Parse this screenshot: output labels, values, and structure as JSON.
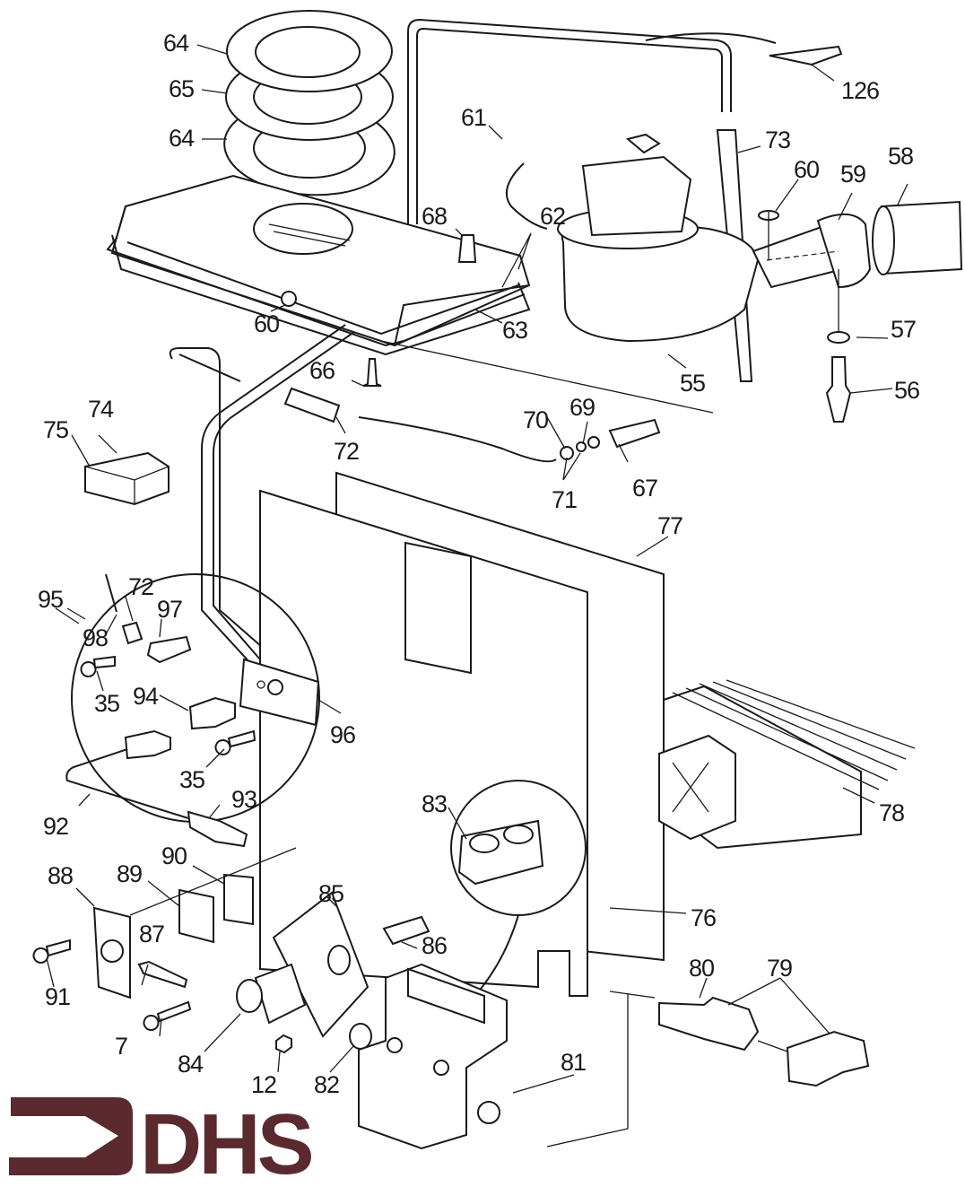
{
  "diagram": {
    "title": "Boiler exploded parts diagram",
    "brand": {
      "logo_text": "DHS",
      "logo_color": "#5a2a2e"
    },
    "line_color": "#1a1a1a",
    "labels": [
      {
        "id": "l64a",
        "text": "64"
      },
      {
        "id": "l65",
        "text": "65"
      },
      {
        "id": "l64b",
        "text": "64"
      },
      {
        "id": "l61",
        "text": "61"
      },
      {
        "id": "l126",
        "text": "126"
      },
      {
        "id": "l73",
        "text": "73"
      },
      {
        "id": "l58",
        "text": "58"
      },
      {
        "id": "l60a",
        "text": "60"
      },
      {
        "id": "l59",
        "text": "59"
      },
      {
        "id": "l68",
        "text": "68"
      },
      {
        "id": "l62",
        "text": "62"
      },
      {
        "id": "l60b",
        "text": "60"
      },
      {
        "id": "l63",
        "text": "63"
      },
      {
        "id": "l57",
        "text": "57"
      },
      {
        "id": "l66",
        "text": "66"
      },
      {
        "id": "l55",
        "text": "55"
      },
      {
        "id": "l56",
        "text": "56"
      },
      {
        "id": "l74",
        "text": "74"
      },
      {
        "id": "l75",
        "text": "75"
      },
      {
        "id": "l72a",
        "text": "72"
      },
      {
        "id": "l70",
        "text": "70"
      },
      {
        "id": "l69",
        "text": "69"
      },
      {
        "id": "l67",
        "text": "67"
      },
      {
        "id": "l71",
        "text": "71"
      },
      {
        "id": "l77",
        "text": "77"
      },
      {
        "id": "l95",
        "text": "95"
      },
      {
        "id": "l72b",
        "text": "72"
      },
      {
        "id": "l97",
        "text": "97"
      },
      {
        "id": "l98",
        "text": "98"
      },
      {
        "id": "l35a",
        "text": "35"
      },
      {
        "id": "l94",
        "text": "94"
      },
      {
        "id": "l96",
        "text": "96"
      },
      {
        "id": "l35b",
        "text": "35"
      },
      {
        "id": "l92",
        "text": "92"
      },
      {
        "id": "l93",
        "text": "93"
      },
      {
        "id": "l78",
        "text": "78"
      },
      {
        "id": "l83",
        "text": "83"
      },
      {
        "id": "l90",
        "text": "90"
      },
      {
        "id": "l88",
        "text": "88"
      },
      {
        "id": "l89",
        "text": "89"
      },
      {
        "id": "l85",
        "text": "85"
      },
      {
        "id": "l76",
        "text": "76"
      },
      {
        "id": "l87",
        "text": "87"
      },
      {
        "id": "l86",
        "text": "86"
      },
      {
        "id": "l91",
        "text": "91"
      },
      {
        "id": "l80",
        "text": "80"
      },
      {
        "id": "l79",
        "text": "79"
      },
      {
        "id": "l7",
        "text": "7"
      },
      {
        "id": "l84",
        "text": "84"
      },
      {
        "id": "l81",
        "text": "81"
      },
      {
        "id": "l12",
        "text": "12"
      },
      {
        "id": "l82",
        "text": "82"
      }
    ]
  }
}
